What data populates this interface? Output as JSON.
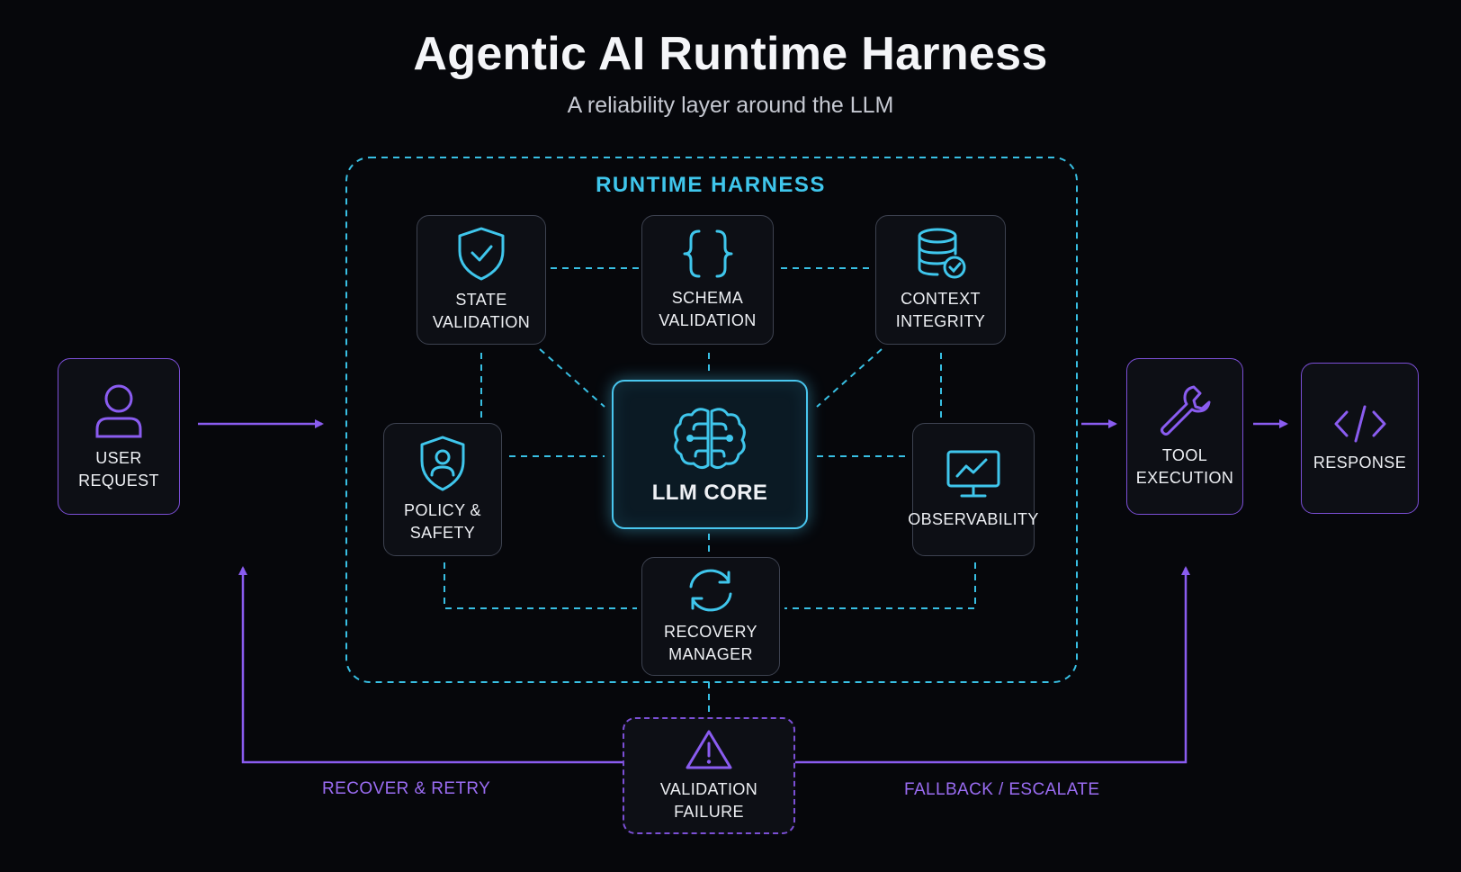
{
  "header": {
    "title": "Agentic AI Runtime Harness",
    "subtitle": "A reliability layer around the LLM"
  },
  "harness": {
    "label": "RUNTIME HARNESS"
  },
  "nodes": {
    "user_request": {
      "label": "USER\nREQUEST",
      "icon": "user-icon"
    },
    "state_validation": {
      "label": "STATE\nVALIDATION",
      "icon": "shield-check-icon"
    },
    "schema_validation": {
      "label": "SCHEMA\nVALIDATION",
      "icon": "braces-icon"
    },
    "context_integrity": {
      "label": "CONTEXT\nINTEGRITY",
      "icon": "database-check-icon"
    },
    "policy_safety": {
      "label": "POLICY &\nSAFETY",
      "icon": "shield-user-icon"
    },
    "llm_core": {
      "label": "LLM CORE",
      "icon": "brain-icon"
    },
    "observability": {
      "label": "OBSERVABILITY",
      "icon": "monitor-chart-icon"
    },
    "recovery_manager": {
      "label": "RECOVERY\nMANAGER",
      "icon": "refresh-icon"
    },
    "validation_failure": {
      "label": "VALIDATION\nFAILURE",
      "icon": "warning-icon"
    },
    "tool_execution": {
      "label": "TOOL\nEXECUTION",
      "icon": "wrench-icon"
    },
    "response": {
      "label": "RESPONSE",
      "icon": "code-icon"
    }
  },
  "flows": {
    "recover_retry": "RECOVER & RETRY",
    "fallback_escalate": "FALLBACK / ESCALATE"
  },
  "colors": {
    "background": "#06070b",
    "cyan_accent": "#3fc6ec",
    "purple_accent": "#8a5cf0",
    "node_border": "#3d4250"
  }
}
